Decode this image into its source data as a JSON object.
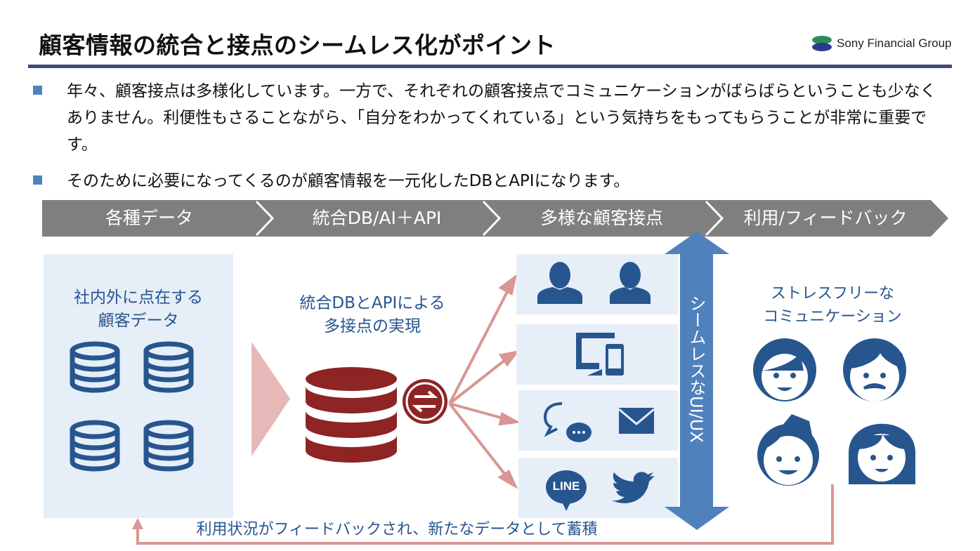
{
  "title": "顧客情報の統合と接点のシームレス化がポイント",
  "logo": {
    "text": "Sony Financial Group"
  },
  "bullets": [
    "年々、顧客接点は多様化しています。一方で、それぞれの顧客接点でコミュニケーションがばらばらということも少なくありません。利便性もさることながら、「自分をわかってくれている」という気持ちをもってもらうことが非常に重要です。",
    "そのために必要になってくるのが顧客情報を一元化したDBとAPIになります。"
  ],
  "flow": [
    "各種データ",
    "統合DB/AI＋API",
    "多様な顧客接点",
    "利用/フィードバック"
  ],
  "left_box": {
    "line1": "社内外に点在する",
    "line2": "顧客データ"
  },
  "center": {
    "line1": "統合DBとAPIによる",
    "line2": "多接点の実現"
  },
  "channels": {
    "line_label": "LINE"
  },
  "seamless": "シームレスなUI/UX",
  "right": {
    "line1": "ストレスフリーな",
    "line2": "コミュニケーション"
  },
  "feedback": "利用状況がフィードバックされ、新たなデータとして蓄積",
  "colors": {
    "accent": "#4f81bd",
    "icon": "#27568f",
    "panel": "#e6eef8",
    "db": "#8e2424",
    "arrow": "#d99694",
    "chevron": "#7f7f7f"
  }
}
